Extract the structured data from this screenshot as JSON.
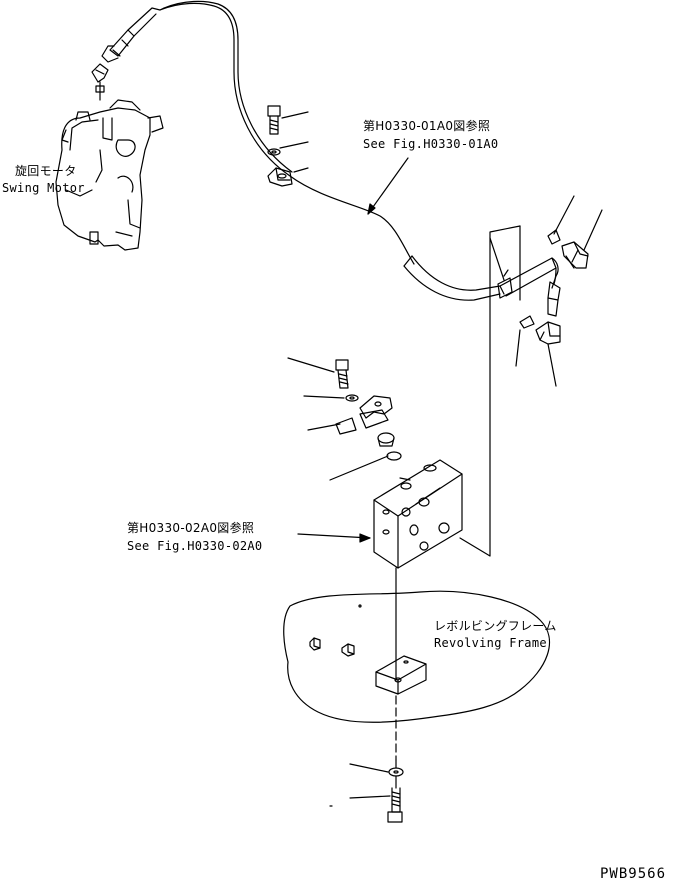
{
  "labels": {
    "swing_motor_jp": "旋回モータ",
    "swing_motor_en": "Swing Motor",
    "ref_01_jp": "第H0330-01A0図参照",
    "ref_01_en": "See Fig.H0330-01A0",
    "ref_02_jp": "第H0330-02A0図参照",
    "ref_02_en": "See Fig.H0330-02A0",
    "frame_jp": "レボルビングフレーム",
    "frame_en": "Revolving Frame",
    "drawing_code": "PWB9566"
  }
}
